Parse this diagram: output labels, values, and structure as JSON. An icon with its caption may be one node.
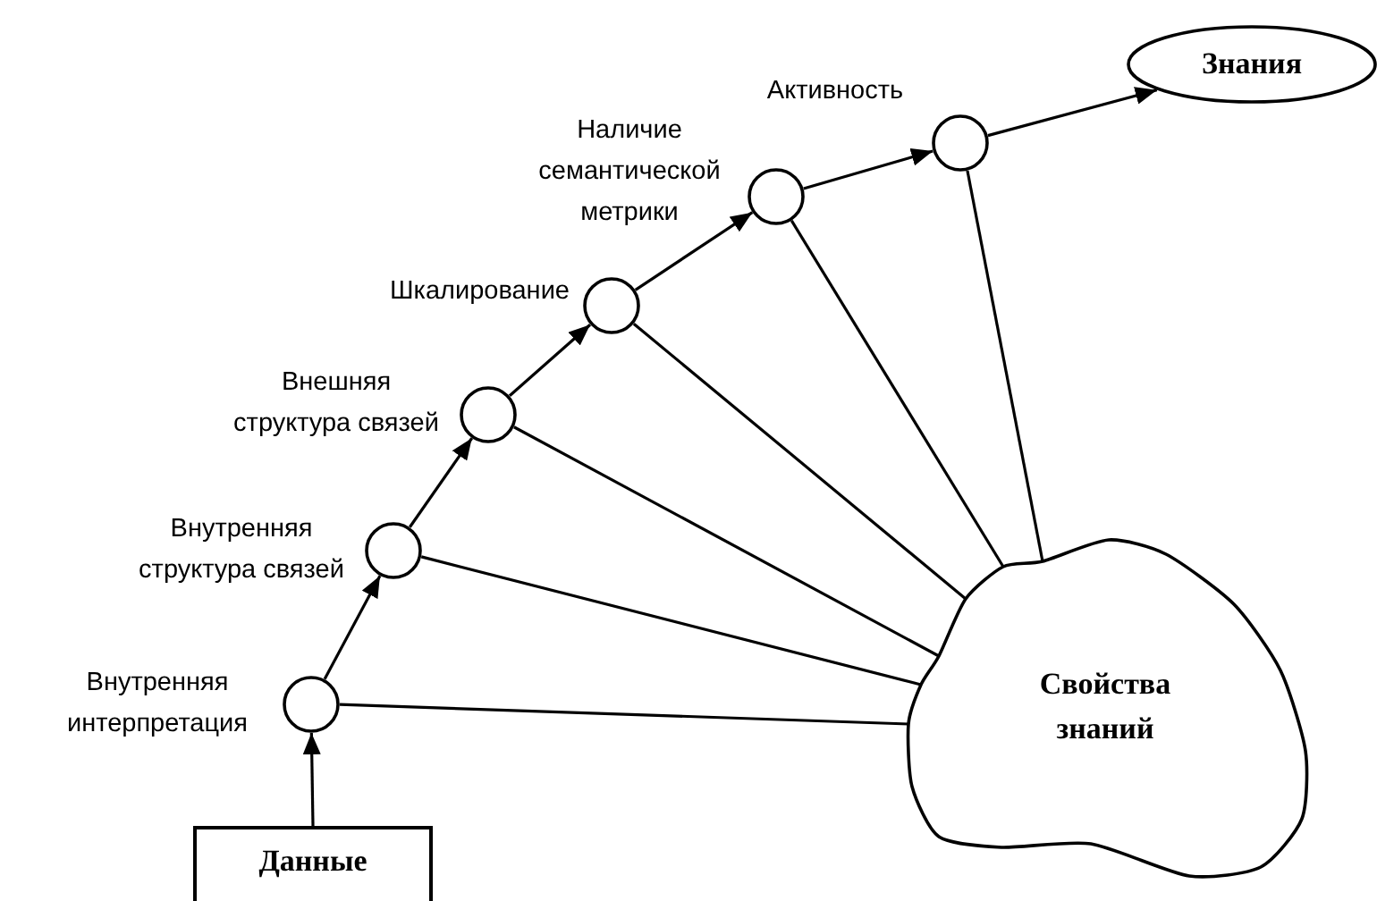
{
  "diagram": {
    "nodes": [
      {
        "text": [
          "Данные"
        ]
      },
      {
        "text": [],
        "shape": "circle",
        "beside": [
          "Внутренняя интерпретация"
        ]
      },
      {
        "text": [],
        "shape": "circle",
        "beside": [
          "Внутренняя структура связей"
        ]
      },
      {
        "text": [],
        "shape": "circle",
        "beside": [
          "Внешняя структура связей"
        ]
      },
      {
        "text": [],
        "shape": "circle",
        "beside": [
          "Шкалирование"
        ]
      },
      {
        "text": [],
        "shape": "circle",
        "beside": [
          "Наличие семантической метрики"
        ]
      },
      {
        "text": [],
        "shape": "circle",
        "beside": [
          "Активность"
        ]
      },
      {
        "text": [
          "Знания"
        ]
      },
      {
        "text": [
          "Свойства знаний"
        ]
      }
    ],
    "edges": [
      {
        "from": 0,
        "to": 1,
        "arrow": "to"
      },
      {
        "from": 1,
        "to": 2,
        "arrow": "to"
      },
      {
        "from": 2,
        "to": 3,
        "arrow": "to"
      },
      {
        "from": 3,
        "to": 4,
        "arrow": "to"
      },
      {
        "from": 4,
        "to": 5,
        "arrow": "to"
      },
      {
        "from": 5,
        "to": 6,
        "arrow": "to"
      },
      {
        "from": 6,
        "to": 7,
        "arrow": "to"
      },
      {
        "from": 1,
        "to": 8,
        "arrow": "none"
      },
      {
        "from": 2,
        "to": 8,
        "arrow": "none"
      },
      {
        "from": 3,
        "to": 8,
        "arrow": "none"
      },
      {
        "from": 4,
        "to": 8,
        "arrow": "none"
      },
      {
        "from": 5,
        "to": 8,
        "arrow": "none"
      },
      {
        "from": 6,
        "to": 8,
        "arrow": "none"
      }
    ]
  }
}
